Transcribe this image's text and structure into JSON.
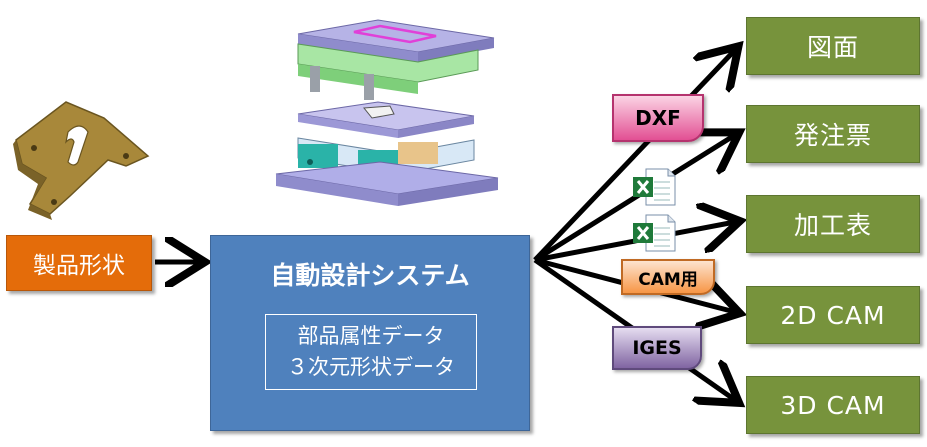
{
  "input_label": "製品形状",
  "system": {
    "title": "自動設計システム",
    "data_line1": "部品属性データ",
    "data_line2": "３次元形状データ"
  },
  "formats": {
    "dxf": "DXF",
    "cam": "CAM用",
    "iges": "IGES"
  },
  "outputs": [
    "図面",
    "発注票",
    "加工表",
    "2D CAM",
    "3D CAM"
  ],
  "colors": {
    "input": "#e46c0a",
    "system": "#4f81bd",
    "output": "#77933c",
    "dxf": "#e24f93",
    "cam": "#f79646",
    "iges": "#8064a2"
  },
  "icons": [
    "excel-file-icon",
    "excel-file-icon"
  ]
}
